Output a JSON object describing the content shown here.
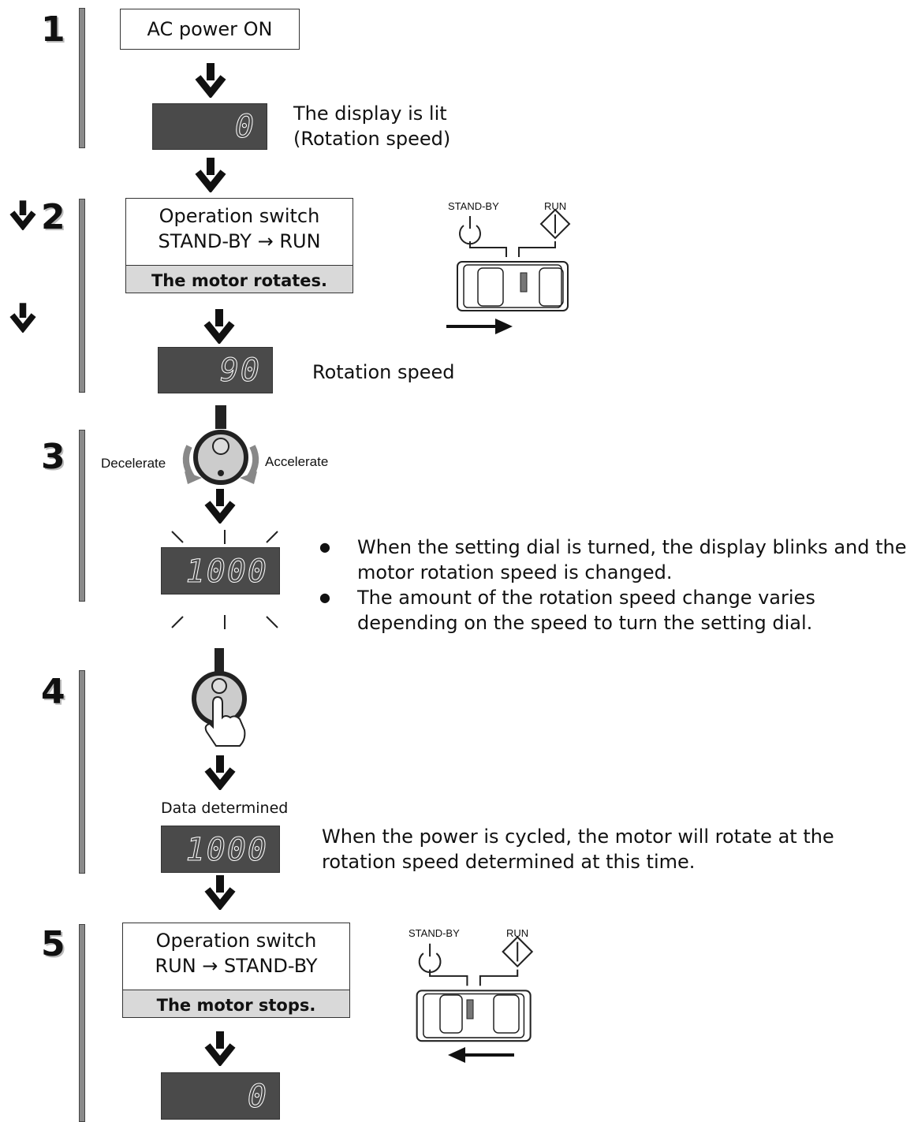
{
  "steps": {
    "s1": {
      "number": "1",
      "box": "AC power ON",
      "display": "0",
      "note1": "The display is lit",
      "note2": "(Rotation speed)"
    },
    "s2": {
      "number": "2",
      "line1": "Operation switch",
      "line2": "STAND-BY → RUN",
      "foot": "The motor rotates.",
      "display": "90",
      "note": "Rotation speed",
      "switch_left": "STAND-BY",
      "switch_right": "RUN"
    },
    "s3": {
      "number": "3",
      "decel": "Decelerate",
      "accel": "Accelerate",
      "display": "1000",
      "bullets": [
        "When the setting dial is turned, the display blinks and the motor rotation speed is changed.",
        "The amount of the rotation speed change varies depending on the speed to turn the setting dial."
      ]
    },
    "s4": {
      "number": "4",
      "label": "Data determined",
      "display": "1000",
      "note1": "When the power is cycled, the motor will rotate at the",
      "note2": "rotation speed determined at this time."
    },
    "s5": {
      "number": "5",
      "line1": "Operation switch",
      "line2": "RUN → STAND-BY",
      "foot": "The motor stops.",
      "display": "0",
      "switch_left": "STAND-BY",
      "switch_right": "RUN"
    }
  },
  "icons": [
    "down-arrow-icon",
    "power-icon",
    "run-diamond-icon",
    "setting-dial-icon",
    "finger-press-icon",
    "rotate-arrow-icon"
  ],
  "colors": {
    "display_bg": "#4a4a4a",
    "bar": "#8a8a8a",
    "footer_bg": "#d9d9d9"
  }
}
